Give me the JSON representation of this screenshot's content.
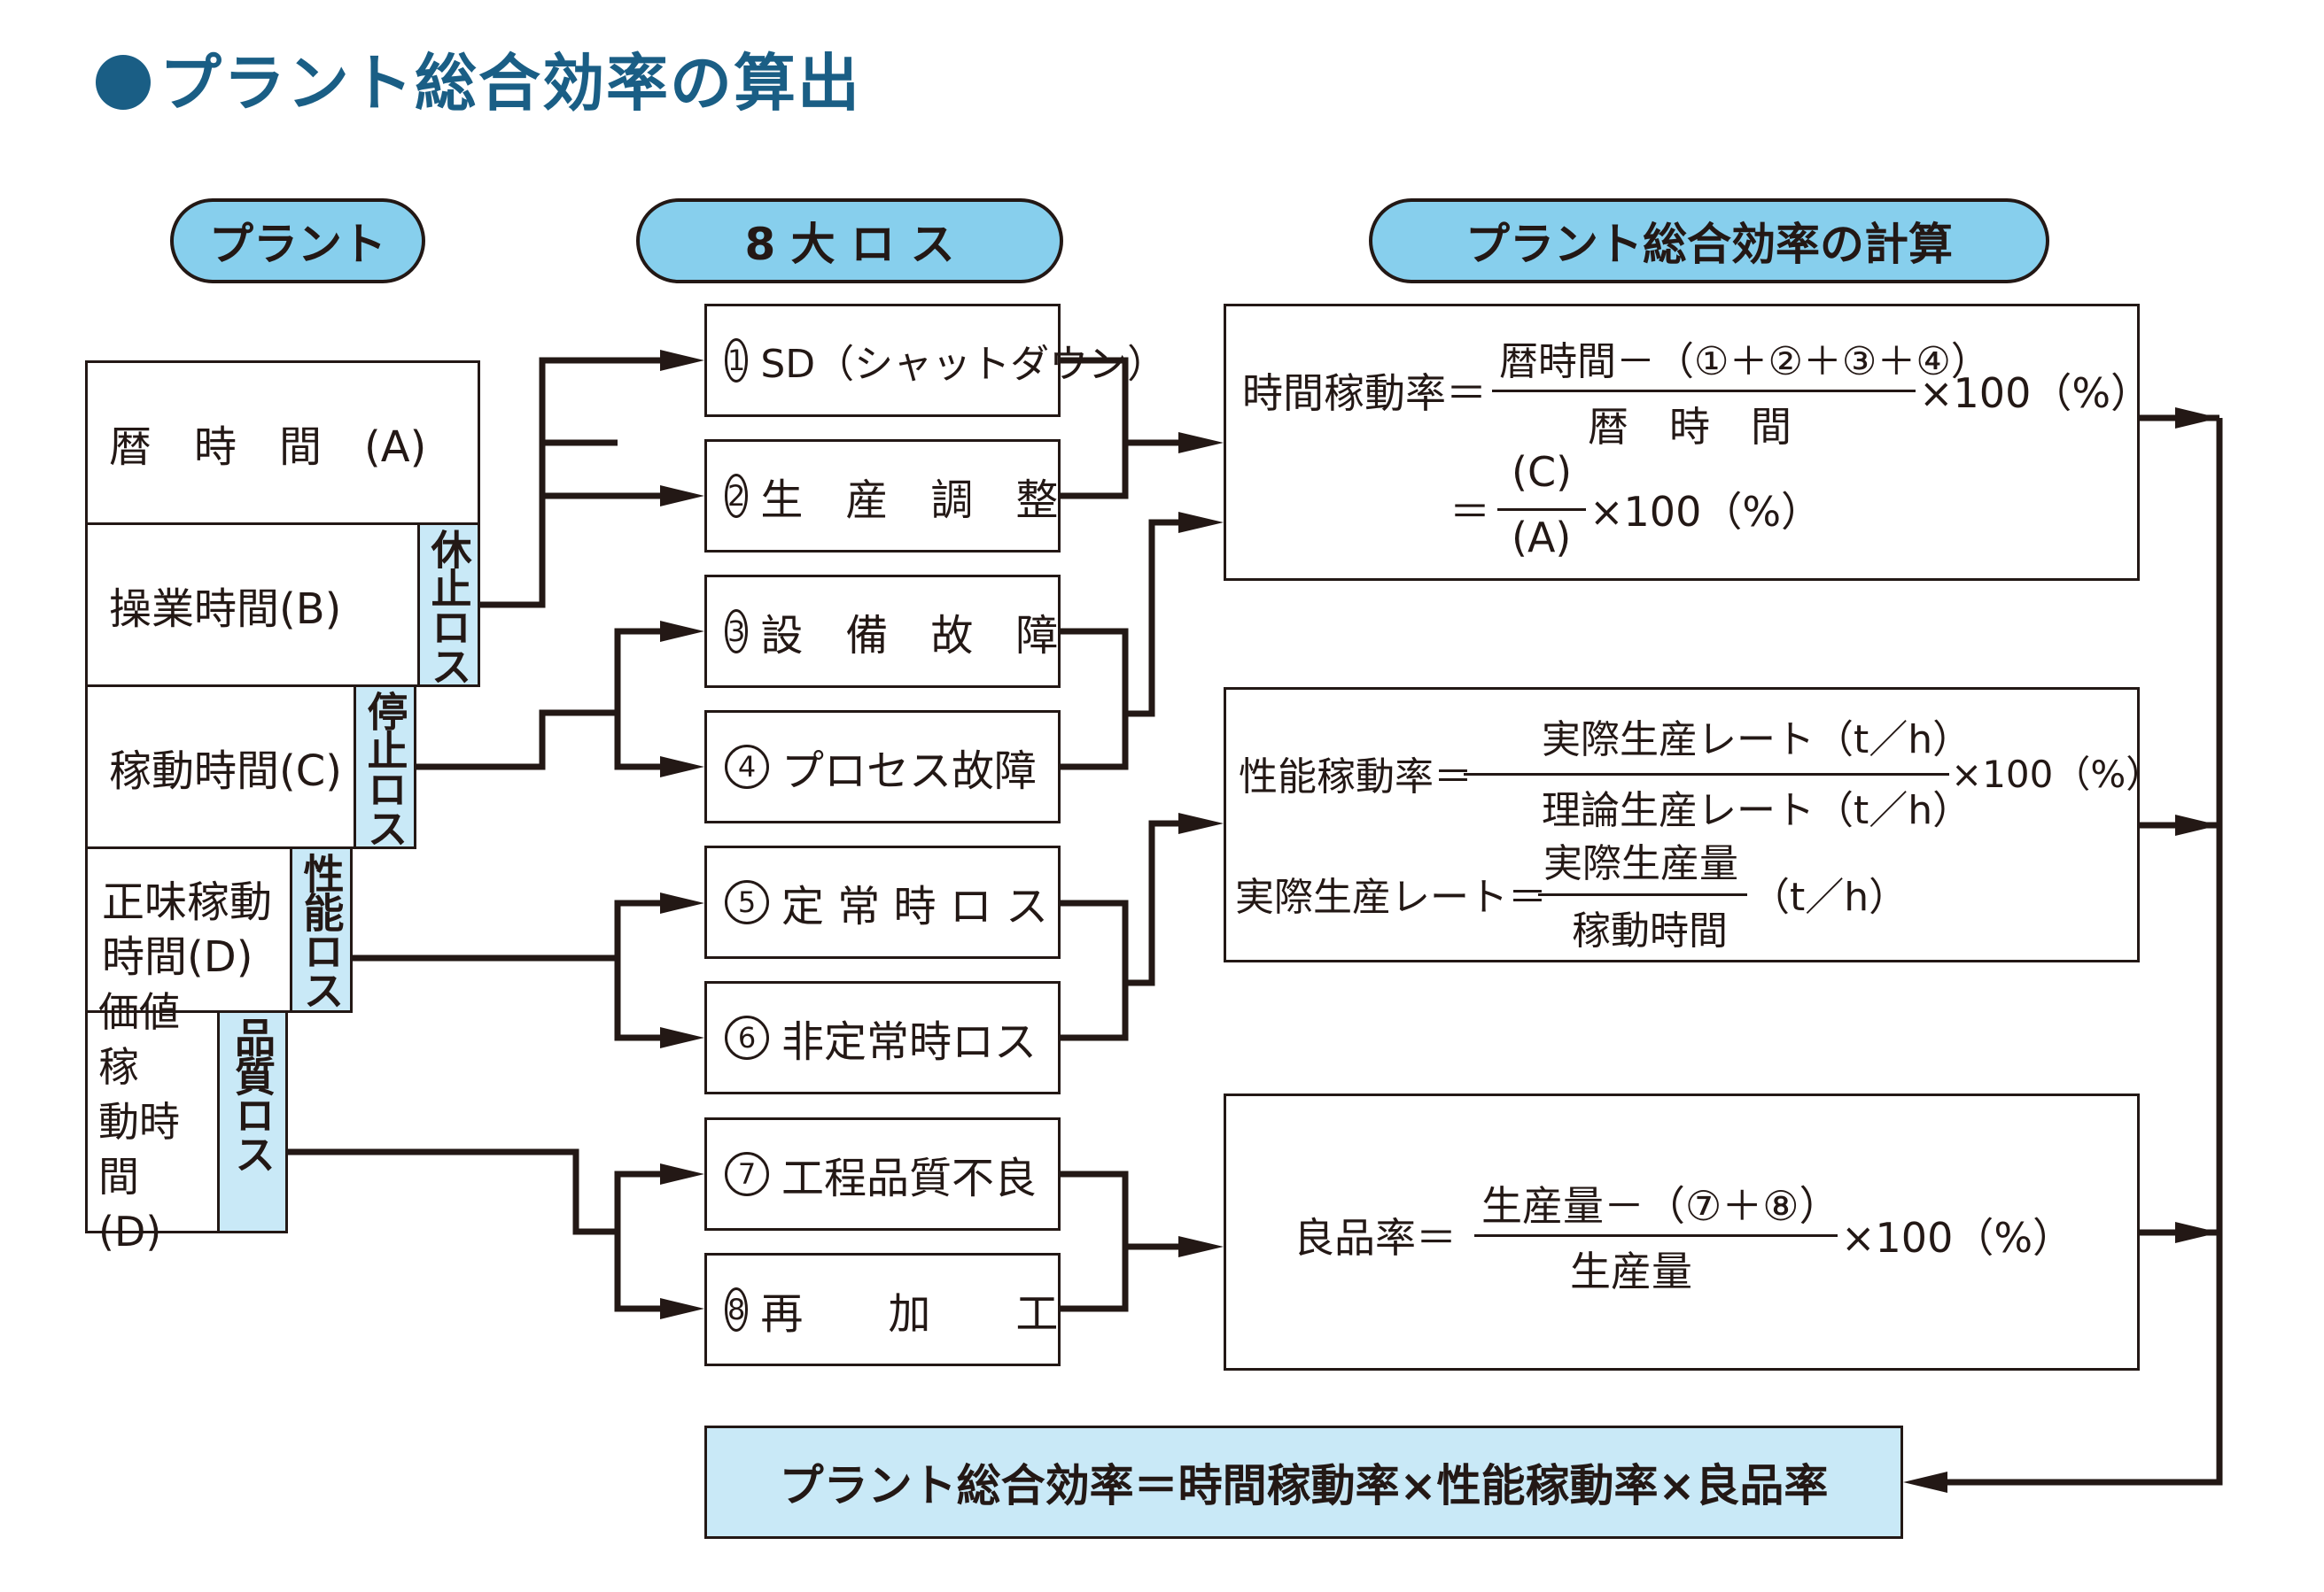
{
  "title": "プラント総合効率の算出",
  "headers": {
    "plant": "プラント",
    "losses": "8 大 ロ ス",
    "calc": "プラント総合効率の計算"
  },
  "plant_rows": [
    {
      "label": "暦　時　間　(A)",
      "loss": ""
    },
    {
      "label": "操業時間(B)",
      "loss": "休止ロス"
    },
    {
      "label": "稼動時間(C)",
      "loss": "停止ロス"
    },
    {
      "label": "正味稼動\n時間(D)",
      "loss": "性能ロス"
    },
    {
      "label": "価値稼\n動時間\n(D)",
      "loss": "品質ロス"
    }
  ],
  "losses": [
    {
      "num": "1",
      "label": "SD（シャットダウン）"
    },
    {
      "num": "2",
      "label": "生　産　調　整"
    },
    {
      "num": "3",
      "label": "設　備　故　障"
    },
    {
      "num": "4",
      "label": "プロセス故障"
    },
    {
      "num": "5",
      "label": "定 常 時 ロ ス"
    },
    {
      "num": "6",
      "label": "非定常時ロス"
    },
    {
      "num": "7",
      "label": "工程品質不良"
    },
    {
      "num": "8",
      "label": "再　　加　　工"
    }
  ],
  "formulas": {
    "time": {
      "lhs": "時間稼動率＝",
      "num": "暦時間－（①＋②＋③＋④）",
      "den": "暦　時　間",
      "mult": "×100（%）",
      "lhs2": "＝",
      "num2": "(C)",
      "den2": "(A)",
      "mult2": "×100（%）"
    },
    "perf": {
      "lhs": "性能稼動率＝",
      "num": "実際生産レート（t／h）",
      "den": "理論生産レート（t／h）",
      "mult": "×100（%）",
      "lhs2": "実際生産レート＝",
      "num2": "実際生産量",
      "den2": "稼動時間",
      "mult2": "（t／h）"
    },
    "quality": {
      "lhs": "良品率＝",
      "num": "生産量－（⑦＋⑧）",
      "den": "生産量",
      "mult": "×100（%）"
    }
  },
  "result": "プラント総合効率＝時間稼動率×性能稼動率×良品率",
  "colors": {
    "title": "#1a5e85",
    "pill": "#87cfed",
    "light_blue": "#c9e9f7",
    "line": "#231815"
  }
}
